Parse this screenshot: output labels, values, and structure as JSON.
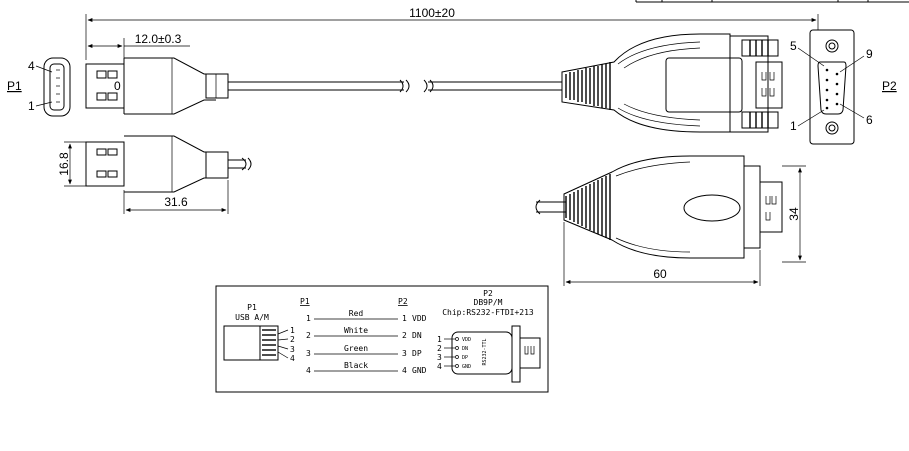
{
  "dimensions": {
    "length": "1100±20",
    "plug_depth": "12.0±0.3",
    "plug_width": "16.8",
    "plug_length": "31.6",
    "hood_depth": "34",
    "hood_length": "60"
  },
  "connectors": {
    "p1": {
      "label": "P1",
      "pin_top": "4",
      "pin_bottom": "1",
      "plug_mark": "0"
    },
    "p2": {
      "label": "P2",
      "pin_5": "5",
      "pin_9": "9",
      "pin_1": "1",
      "pin_6": "6"
    }
  },
  "wiring": {
    "p1_title": "P1",
    "p1_subtitle": "USB A/M",
    "p1_pins": [
      "1",
      "2",
      "3",
      "4"
    ],
    "col_p1": "P1",
    "col_p2": "P2",
    "rows": [
      {
        "p1": "1",
        "color": "Red",
        "p2": "1",
        "signal": "VDD"
      },
      {
        "p1": "2",
        "color": "White",
        "p2": "2",
        "signal": "DN"
      },
      {
        "p1": "3",
        "color": "Green",
        "p2": "3",
        "signal": "DP"
      },
      {
        "p1": "4",
        "color": "Black",
        "p2": "4",
        "signal": "GND"
      }
    ],
    "p2_title": "P2",
    "p2_subtitle": "DB9P/M",
    "chip": "Chip:RS232-FTDI+213",
    "p2_pins": [
      "1",
      "2",
      "3",
      "4"
    ],
    "board_text": "RS232-TTL",
    "board_pins": [
      "VDD",
      "DN",
      "DP",
      "GND"
    ]
  }
}
